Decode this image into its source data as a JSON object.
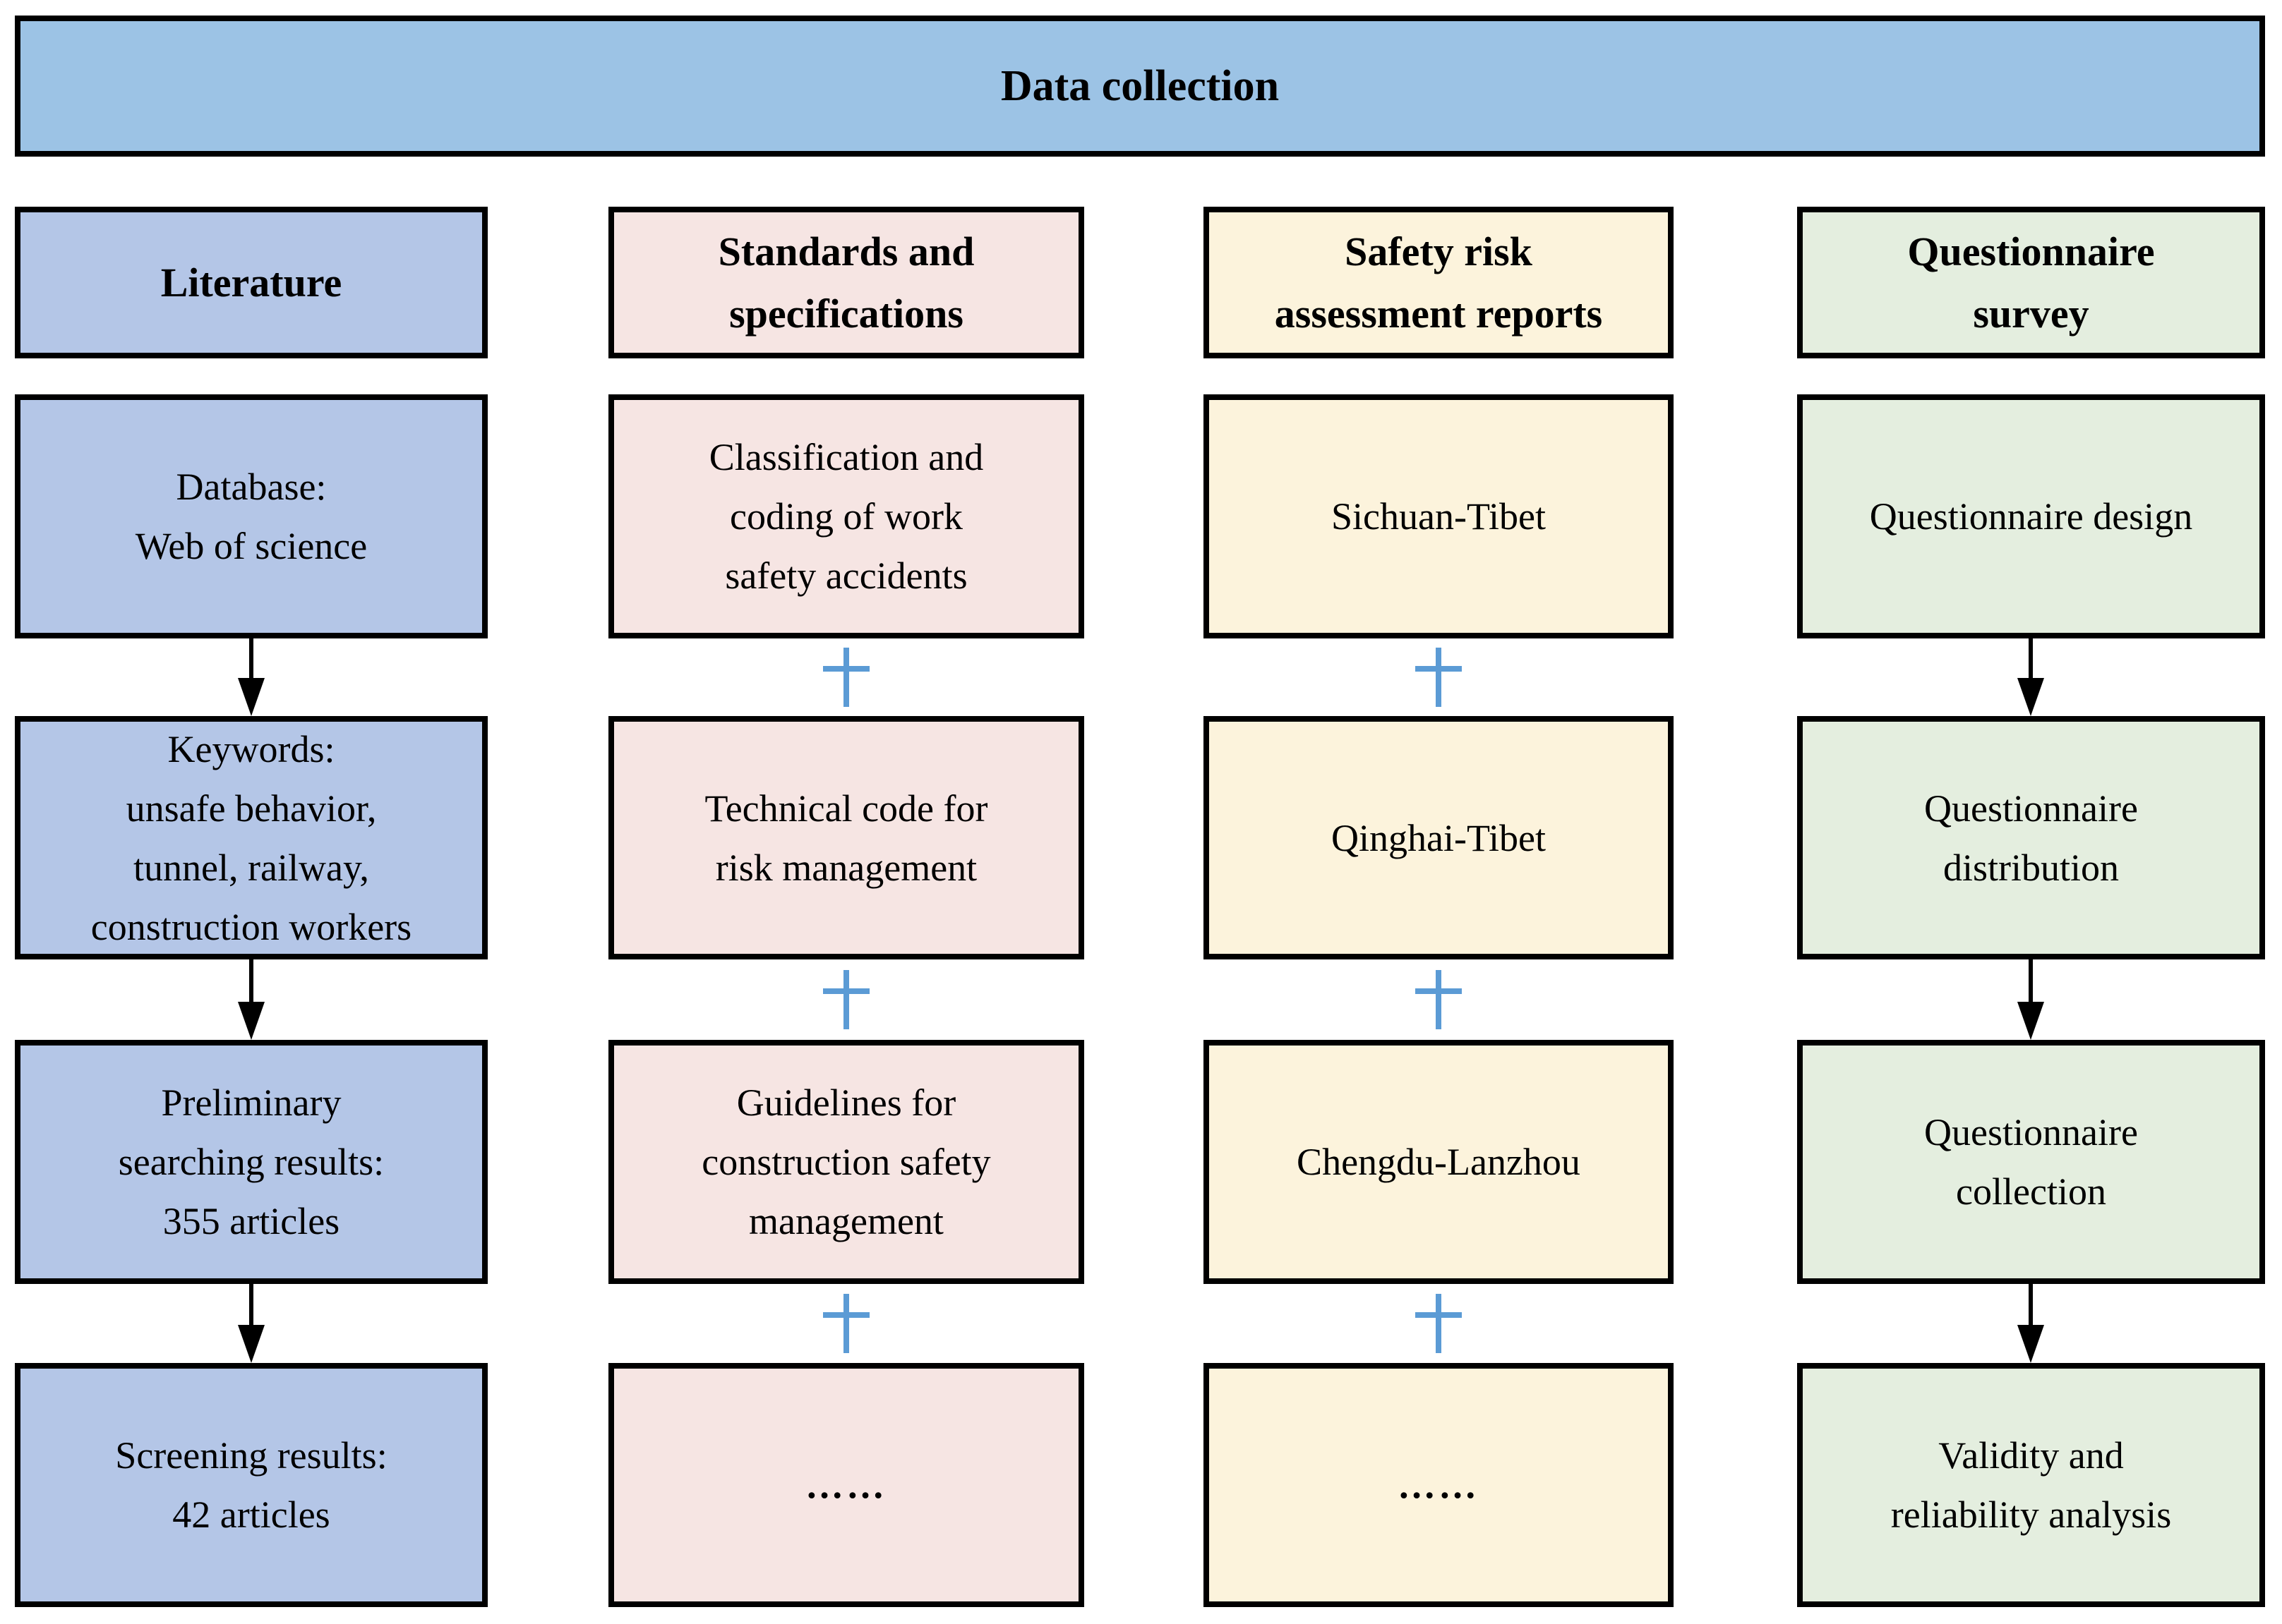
{
  "banner": {
    "title": "Data collection"
  },
  "columns": [
    {
      "header": "Literature",
      "connector_type": "arrow",
      "boxes": [
        "Database:\nWeb of science",
        "Keywords:\nunsafe behavior,\ntunnel, railway,\nconstruction workers",
        "Preliminary\nsearching results:\n355 articles",
        "Screening results:\n42 articles"
      ]
    },
    {
      "header": "Standards and\nspecifications",
      "connector_type": "plus",
      "boxes": [
        "Classification and\ncoding of work\nsafety accidents",
        "Technical code for\nrisk management",
        "Guidelines for\nconstruction safety\nmanagement",
        "……"
      ]
    },
    {
      "header": "Safety risk\nassessment reports",
      "connector_type": "plus",
      "boxes": [
        "Sichuan-Tibet",
        "Qinghai-Tibet",
        "Chengdu-Lanzhou",
        "……"
      ]
    },
    {
      "header": "Questionnaire\nsurvey",
      "connector_type": "arrow",
      "boxes": [
        "Questionnaire design",
        "Questionnaire\ndistribution",
        "Questionnaire\ncollection",
        "Validity and\nreliability analysis"
      ]
    }
  ],
  "colors": {
    "banner_fill": "#9CC3E5",
    "literature_fill": "#B4C6E7",
    "standards_fill": "#F6E5E3",
    "reports_fill": "#FCF3DC",
    "questionnaire_fill": "#E4EEDF",
    "plus_connector": "#5B9BD5",
    "arrow_connector": "#000000",
    "border_color": "#000000"
  }
}
